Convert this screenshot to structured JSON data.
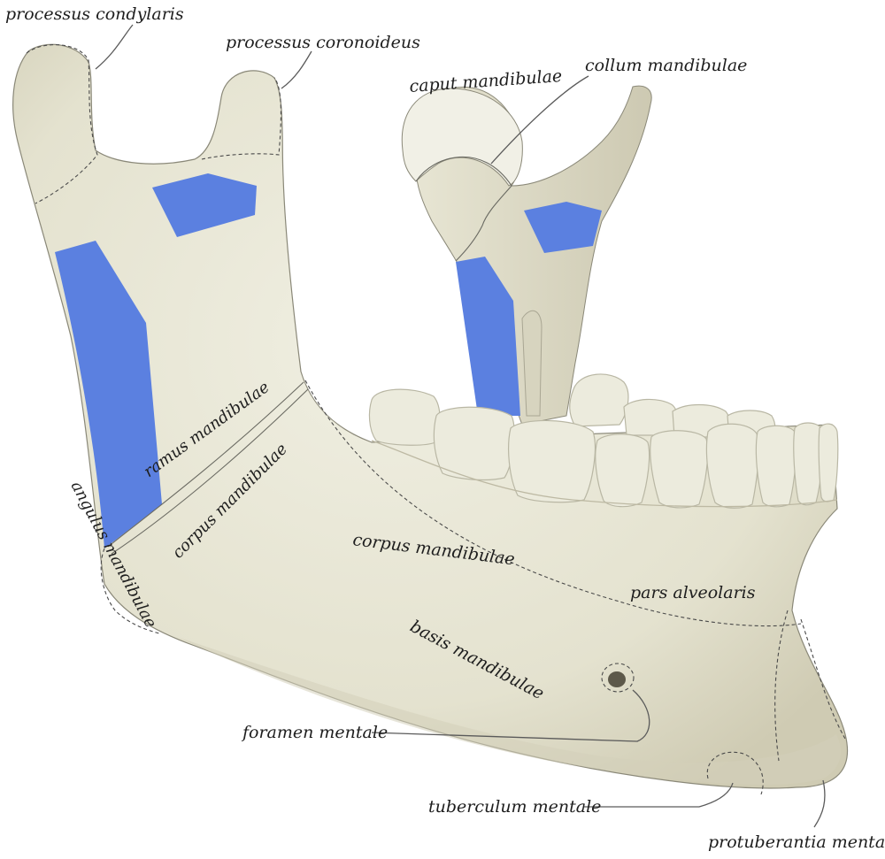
{
  "labels": {
    "processus_condylaris": "processus condylaris",
    "processus_coronoideus": "processus coronoideus",
    "caput_mandibulae": "caput mandibulae",
    "collum_mandibulae": "collum mandibulae",
    "ramus_mandibulae": "ramus mandibulae",
    "angulus_mandibulae": "angulus mandibulae",
    "corpus_mandibulae_left": "corpus mandibulae",
    "corpus_mandibulae_center": "corpus mandibulae",
    "pars_alveolaris": "pars alveolaris",
    "basis_mandibulae": "basis mandibulae",
    "foramen_mentale": "foramen mentale",
    "tuberculum_mentale": "tuberculum mentale",
    "protuberantia_mentalis": "protuberantia mentalis"
  },
  "colors": {
    "bone": "#e6e4d2",
    "bone_shadow": "#cfcbb4",
    "muscle_attachment": "#5b80e0",
    "text": "#1e1e1e"
  }
}
